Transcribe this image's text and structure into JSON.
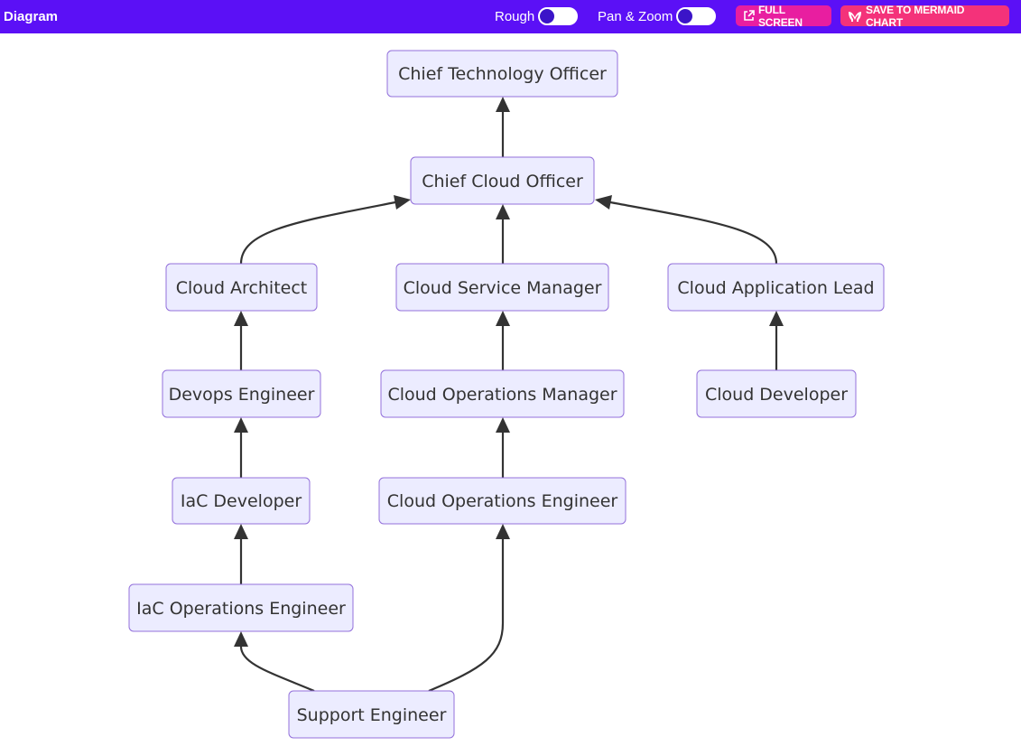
{
  "header": {
    "title": "Diagram",
    "rough_label": "Rough",
    "panzoom_label": "Pan & Zoom",
    "fullscreen_label": "FULL SCREEN",
    "save_label": "SAVE TO MERMAID CHART"
  },
  "colors": {
    "topbar": "#5b10f6",
    "fullscreen_button": "#e81ea0",
    "save_button": "#f4327a",
    "node_fill": "#ECECFF",
    "node_stroke": "#9370DB",
    "edge": "#333333"
  },
  "toggles": {
    "rough": false,
    "pan_zoom": false
  },
  "diagram": {
    "nodes": [
      {
        "id": "cto",
        "label": "Chief Technology Officer"
      },
      {
        "id": "cco",
        "label": "Chief Cloud Officer"
      },
      {
        "id": "ca",
        "label": "Cloud Architect"
      },
      {
        "id": "csm",
        "label": "Cloud Service Manager"
      },
      {
        "id": "cal",
        "label": "Cloud Application Lead"
      },
      {
        "id": "de",
        "label": "Devops Engineer"
      },
      {
        "id": "com",
        "label": "Cloud Operations Manager"
      },
      {
        "id": "cd",
        "label": "Cloud Developer"
      },
      {
        "id": "iacd",
        "label": "IaC Developer"
      },
      {
        "id": "coe",
        "label": "Cloud Operations Engineer"
      },
      {
        "id": "iacoe",
        "label": "IaC Operations Engineer"
      },
      {
        "id": "se",
        "label": "Support Engineer"
      }
    ],
    "edges": [
      {
        "from": "cco",
        "to": "cto"
      },
      {
        "from": "ca",
        "to": "cco"
      },
      {
        "from": "csm",
        "to": "cco"
      },
      {
        "from": "cal",
        "to": "cco"
      },
      {
        "from": "de",
        "to": "ca"
      },
      {
        "from": "com",
        "to": "csm"
      },
      {
        "from": "cd",
        "to": "cal"
      },
      {
        "from": "iacd",
        "to": "de"
      },
      {
        "from": "coe",
        "to": "com"
      },
      {
        "from": "iacoe",
        "to": "iacd"
      },
      {
        "from": "se",
        "to": "iacoe"
      },
      {
        "from": "se",
        "to": "coe"
      }
    ]
  }
}
